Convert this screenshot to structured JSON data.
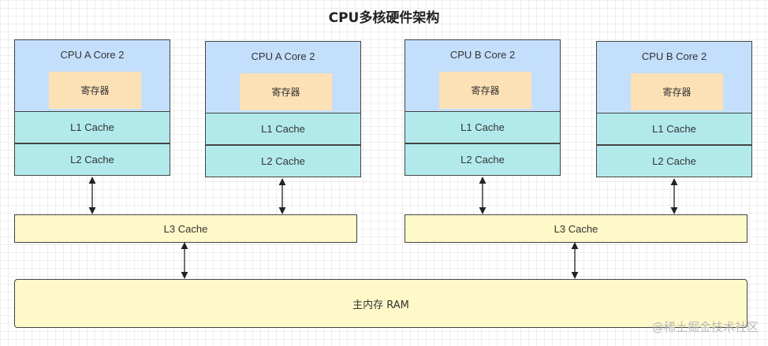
{
  "title": "CPU多核硬件架构",
  "cores": [
    {
      "label": "CPU A Core 2",
      "register": "寄存器",
      "l1": "L1 Cache",
      "l2": "L2 Cache"
    },
    {
      "label": "CPU A Core 2",
      "register": "寄存器",
      "l1": "L1 Cache",
      "l2": "L2 Cache"
    },
    {
      "label": "CPU B Core 2",
      "register": "寄存器",
      "l1": "L1 Cache",
      "l2": "L2 Cache"
    },
    {
      "label": "CPU B Core 2",
      "register": "寄存器",
      "l1": "L1 Cache",
      "l2": "L2 Cache"
    }
  ],
  "l3": [
    {
      "label": "L3 Cache"
    },
    {
      "label": "L3 Cache"
    }
  ],
  "ram": {
    "label": "主内存 RAM"
  },
  "watermark": "@稀土掘金技术社区"
}
